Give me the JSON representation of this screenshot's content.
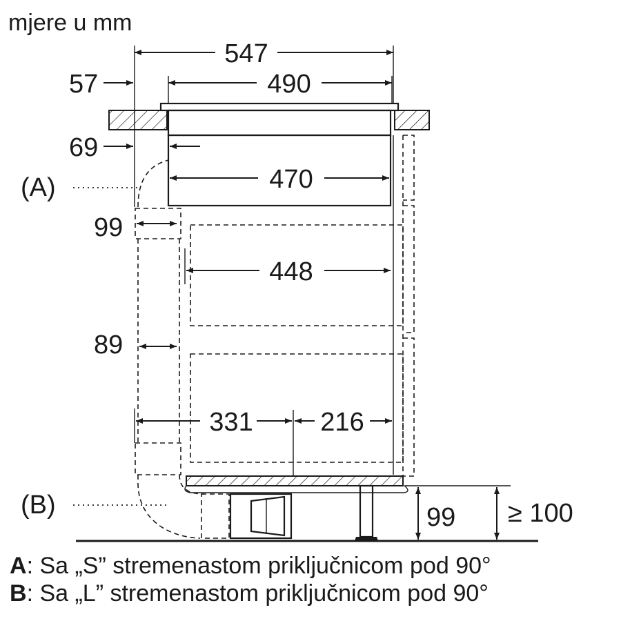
{
  "unit_title": "mjere u mm",
  "dimensions": {
    "overall_width": "547",
    "cutout_width": "490",
    "offset_left": "57",
    "offset_inner": "69",
    "unit_width": "470",
    "module_width": "448",
    "duct_width_s": "99",
    "duct_width_l": "89",
    "offset_left_to_duct": "331",
    "offset_duct_to_wall": "216",
    "plinth_height": "99",
    "min_plinth_height": "≥ 100"
  },
  "callouts": {
    "a": "(A)",
    "b": "(B)"
  },
  "legend": {
    "a_key": "A",
    "a_text": ": Sa „S” stremenastom priključnicom pod 90°",
    "b_key": "B",
    "b_text": ": Sa „L” stremenastom priključnicom pod 90°"
  }
}
